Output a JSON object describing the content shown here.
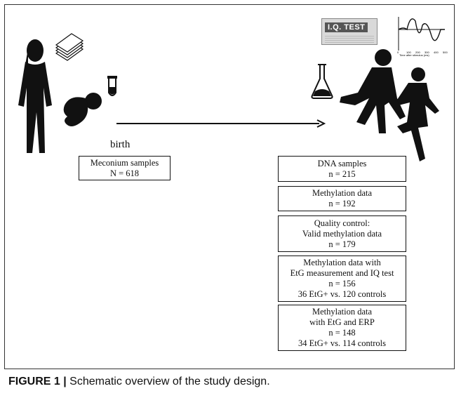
{
  "figure": {
    "birth_label": "birth",
    "meconium_box": {
      "line1": "Meconium samples",
      "line2": "N = 618"
    },
    "boxes": [
      {
        "lines": [
          "DNA samples",
          "n = 215"
        ]
      },
      {
        "lines": [
          "Methylation data",
          "n = 192"
        ]
      },
      {
        "lines": [
          "Quality control:",
          "Valid methylation data",
          "n = 179"
        ]
      },
      {
        "lines": [
          "Methylation data with",
          "EtG measurement and IQ test",
          "n = 156",
          "36 EtG+ vs. 120 controls"
        ]
      },
      {
        "lines": [
          "Methylation data",
          "with EtG and ERP",
          "n = 148",
          "34 EtG+ vs. 114 controls"
        ]
      }
    ],
    "iq_label": "I.Q. TEST",
    "erp_xlabel": "Time after stimulus (ms)",
    "erp_ticks": [
      "0",
      "100",
      "200",
      "300",
      "400",
      "500"
    ]
  },
  "caption": {
    "label": "FIGURE 1 |",
    "text": " Schematic overview of the study design."
  }
}
